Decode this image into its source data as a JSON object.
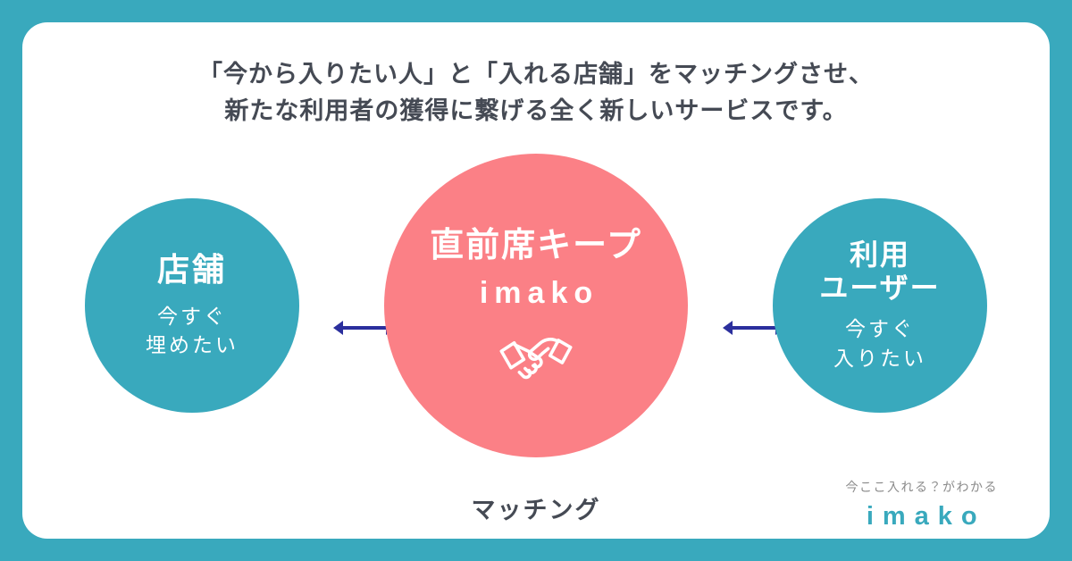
{
  "intro": {
    "line1": "「今から入りたい人」と「入れる店舗」をマッチングさせ、",
    "line2": "新たな利用者の獲得に繋げる全く新しいサービスです。"
  },
  "store_circle": {
    "title": "店舗",
    "sub_line1": "今すぐ",
    "sub_line2": "埋めたい"
  },
  "center_circle": {
    "title": "直前席キープ",
    "brand": "imako",
    "icon": "handshake-icon",
    "caption": "マッチング"
  },
  "user_circle": {
    "title_line1": "利用",
    "title_line2": "ユーザー",
    "sub_line1": "今すぐ",
    "sub_line2": "入りたい"
  },
  "arrows": {
    "left_icon": "double-headed-arrow-icon",
    "right_icon": "double-headed-arrow-icon"
  },
  "footer": {
    "tagline": "今ここ入れる？がわかる",
    "brand": "imako"
  },
  "colors": {
    "teal": "#39A9BD",
    "pink": "#FB8086",
    "arrow": "#2B2F9D",
    "text_dark": "#454A54",
    "tagline_gray": "#8B8B8B",
    "card_bg": "#FFFFFF"
  }
}
